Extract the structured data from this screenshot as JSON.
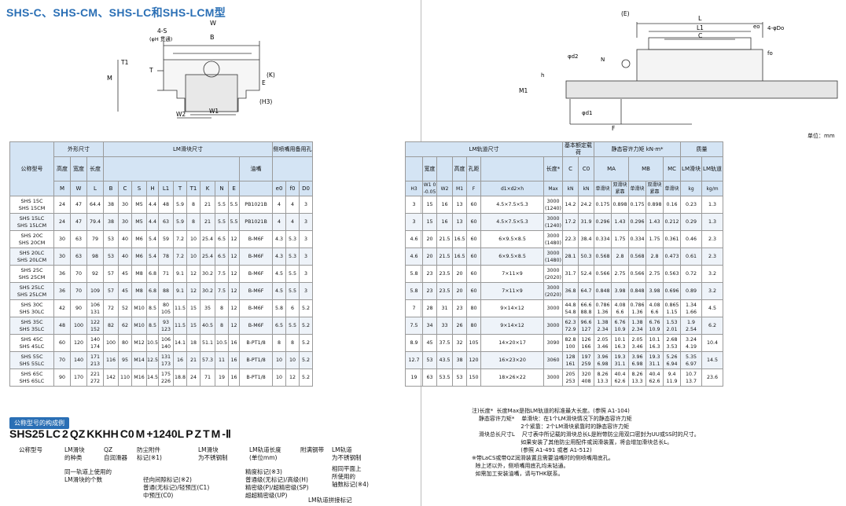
{
  "title": "SHS-C、SHS-CM、SHS-LC和SHS-LCM型",
  "unit_note": "单位：mm",
  "left_drawing": {
    "labels": [
      "W",
      "B",
      "4-S",
      "(φH 贯通)",
      "T1",
      "T",
      "M",
      "E",
      "(K)",
      "(H3)",
      "W2",
      "W1"
    ]
  },
  "right_drawing": {
    "labels": [
      "(E)",
      "L",
      "L1",
      "C",
      "eo",
      "4-φDo",
      "fo",
      "φd2",
      "N",
      "h",
      "M1",
      "φd1",
      "F"
    ]
  },
  "headers": {
    "model": "公称型号",
    "outer": "外形尺寸",
    "block": "LM滑块尺寸",
    "grease": "侧喷嘴用备用孔",
    "rail": "LM轨道尺寸",
    "load": "基本额定载荷",
    "moment": "静态容许力矩  kN·m*",
    "mass": "质量",
    "height": "高度",
    "width": "宽度",
    "length": "长度",
    "nipple": "油嘴",
    "rail_width": "宽度",
    "rail_height": "高度",
    "pitch": "孔距",
    "rail_length": "长度*",
    "single": "单滑块",
    "double": "双滑块紧靠",
    "block_mass": "LM滑块",
    "rail_mass": "LM轨道",
    "sym_left": [
      "M",
      "W",
      "L",
      "B",
      "C",
      "S",
      "H",
      "L1",
      "T",
      "T1",
      "K",
      "N",
      "E",
      "",
      "e0",
      "f0",
      "D0"
    ],
    "sym_right": [
      "H3",
      "W1 0 -0.05",
      "W2",
      "M1",
      "F",
      "d1×d2×h",
      "Max",
      "kN",
      "kN",
      "单滑块",
      "双滑块紧靠",
      "单滑块",
      "双滑块紧靠",
      "单滑块",
      "kg",
      "kg/m"
    ],
    "sym_right_top": [
      "",
      "",
      "",
      "",
      "",
      "",
      "",
      "C",
      "C0",
      "MA",
      "",
      "MB",
      "",
      "MC",
      "",
      ""
    ]
  },
  "rows": [
    {
      "m": "SHS 15C\nSHS 15CM",
      "M": "24",
      "W": "47",
      "L": "64.4",
      "B": "38",
      "C": "30",
      "S": "M5",
      "H": "4.4",
      "L1": "48",
      "T": "5.9",
      "T1": "8",
      "K": "21",
      "N": "5.5",
      "E": "5.5",
      "nip": "PB1021B",
      "e0": "4",
      "f0": "4",
      "D0": "3",
      "H3": "3",
      "W1": "15",
      "W2": "16",
      "M1": "13",
      "F": "60",
      "d": "4.5×7.5×5.3",
      "max": "3000\n(1240)",
      "Cv": "14.2",
      "C0": "24.2",
      "ma1": "0.175",
      "ma2": "0.898",
      "mb1": "0.175",
      "mb2": "0.898",
      "mc": "0.16",
      "kg": "0.23",
      "kgm": "1.3"
    },
    {
      "m": "SHS 15LC\nSHS 15LCM",
      "M": "24",
      "W": "47",
      "L": "79.4",
      "B": "38",
      "C": "30",
      "S": "M5",
      "H": "4.4",
      "L1": "63",
      "T": "5.9",
      "T1": "8",
      "K": "21",
      "N": "5.5",
      "E": "5.5",
      "nip": "PB1021B",
      "e0": "4",
      "f0": "4",
      "D0": "3",
      "H3": "3",
      "W1": "15",
      "W2": "16",
      "M1": "13",
      "F": "60",
      "d": "4.5×7.5×5.3",
      "max": "3000\n(1240)",
      "Cv": "17.2",
      "C0": "31.9",
      "ma1": "0.296",
      "ma2": "1.43",
      "mb1": "0.296",
      "mb2": "1.43",
      "mc": "0.212",
      "kg": "0.29",
      "kgm": "1.3"
    },
    {
      "m": "SHS 20C\nSHS 20CM",
      "M": "30",
      "W": "63",
      "L": "79",
      "B": "53",
      "C": "40",
      "S": "M6",
      "H": "5.4",
      "L1": "59",
      "T": "7.2",
      "T1": "10",
      "K": "25.4",
      "N": "6.5",
      "E": "12",
      "nip": "B-M6F",
      "e0": "4.3",
      "f0": "5.3",
      "D0": "3",
      "H3": "4.6",
      "W1": "20",
      "W2": "21.5",
      "M1": "16.5",
      "F": "60",
      "d": "6×9.5×8.5",
      "max": "3000\n(1480)",
      "Cv": "22.3",
      "C0": "38.4",
      "ma1": "0.334",
      "ma2": "1.75",
      "mb1": "0.334",
      "mb2": "1.75",
      "mc": "0.361",
      "kg": "0.46",
      "kgm": "2.3"
    },
    {
      "m": "SHS 20LC\nSHS 20LCM",
      "M": "30",
      "W": "63",
      "L": "98",
      "B": "53",
      "C": "40",
      "S": "M6",
      "H": "5.4",
      "L1": "78",
      "T": "7.2",
      "T1": "10",
      "K": "25.4",
      "N": "6.5",
      "E": "12",
      "nip": "B-M6F",
      "e0": "4.3",
      "f0": "5.3",
      "D0": "3",
      "H3": "4.6",
      "W1": "20",
      "W2": "21.5",
      "M1": "16.5",
      "F": "60",
      "d": "6×9.5×8.5",
      "max": "3000\n(1480)",
      "Cv": "28.1",
      "C0": "50.3",
      "ma1": "0.568",
      "ma2": "2.8",
      "mb1": "0.568",
      "mb2": "2.8",
      "mc": "0.473",
      "kg": "0.61",
      "kgm": "2.3"
    },
    {
      "m": "SHS 25C\nSHS 25CM",
      "M": "36",
      "W": "70",
      "L": "92",
      "B": "57",
      "C": "45",
      "S": "M8",
      "H": "6.8",
      "L1": "71",
      "T": "9.1",
      "T1": "12",
      "K": "30.2",
      "N": "7.5",
      "E": "12",
      "nip": "B-M6F",
      "e0": "4.5",
      "f0": "5.5",
      "D0": "3",
      "H3": "5.8",
      "W1": "23",
      "W2": "23.5",
      "M1": "20",
      "F": "60",
      "d": "7×11×9",
      "max": "3000\n(2020)",
      "Cv": "31.7",
      "C0": "52.4",
      "ma1": "0.566",
      "ma2": "2.75",
      "mb1": "0.566",
      "mb2": "2.75",
      "mc": "0.563",
      "kg": "0.72",
      "kgm": "3.2"
    },
    {
      "m": "SHS 25LC\nSHS 25LCM",
      "M": "36",
      "W": "70",
      "L": "109",
      "B": "57",
      "C": "45",
      "S": "M8",
      "H": "6.8",
      "L1": "88",
      "T": "9.1",
      "T1": "12",
      "K": "30.2",
      "N": "7.5",
      "E": "12",
      "nip": "B-M6F",
      "e0": "4.5",
      "f0": "5.5",
      "D0": "3",
      "H3": "5.8",
      "W1": "23",
      "W2": "23.5",
      "M1": "20",
      "F": "60",
      "d": "7×11×9",
      "max": "3000\n(2020)",
      "Cv": "36.8",
      "C0": "64.7",
      "ma1": "0.848",
      "ma2": "3.98",
      "mb1": "0.848",
      "mb2": "3.98",
      "mc": "0.696",
      "kg": "0.89",
      "kgm": "3.2"
    },
    {
      "m": "SHS 30C\nSHS 30LC",
      "M": "42",
      "W": "90",
      "L": "106\n131",
      "B": "72",
      "C": "52",
      "S": "M10",
      "H": "8.5",
      "L1": "80\n105",
      "T": "11.5",
      "T1": "15",
      "K": "35",
      "N": "8",
      "E": "12",
      "nip": "B-M6F",
      "e0": "5.8",
      "f0": "6",
      "D0": "5.2",
      "H3": "7",
      "W1": "28",
      "W2": "31",
      "M1": "23",
      "F": "80",
      "d": "9×14×12",
      "max": "3000",
      "Cv": "44.8\n54.8",
      "C0": "66.6\n88.8",
      "ma1": "0.786\n1.36",
      "ma2": "4.08\n6.6",
      "mb1": "0.786\n1.36",
      "mb2": "4.08\n6.6",
      "mc": "0.865\n1.15",
      "kg": "1.34\n1.66",
      "kgm": "4.5"
    },
    {
      "m": "SHS 35C\nSHS 35LC",
      "M": "48",
      "W": "100",
      "L": "122\n152",
      "B": "82",
      "C": "62",
      "S": "M10",
      "H": "8.5",
      "L1": "93\n123",
      "T": "11.5",
      "T1": "15",
      "K": "40.5",
      "N": "8",
      "E": "12",
      "nip": "B-M6F",
      "e0": "6.5",
      "f0": "5.5",
      "D0": "5.2",
      "H3": "7.5",
      "W1": "34",
      "W2": "33",
      "M1": "26",
      "F": "80",
      "d": "9×14×12",
      "max": "3000",
      "Cv": "62.3\n72.9",
      "C0": "96.6\n127",
      "ma1": "1.38\n2.34",
      "ma2": "6.76\n10.9",
      "mb1": "1.38\n2.34",
      "mb2": "6.76\n10.9",
      "mc": "1.53\n2.01",
      "kg": "1.9\n2.54",
      "kgm": "6.2"
    },
    {
      "m": "SHS 45C\nSHS 45LC",
      "M": "60",
      "W": "120",
      "L": "140\n174",
      "B": "100",
      "C": "80",
      "S": "M12",
      "H": "10.5",
      "L1": "106\n140",
      "T": "14.1",
      "T1": "18",
      "K": "51.1",
      "N": "10.5",
      "E": "16",
      "nip": "B-PT1/8",
      "e0": "8",
      "f0": "8",
      "D0": "5.2",
      "H3": "8.9",
      "W1": "45",
      "W2": "37.5",
      "M1": "32",
      "F": "105",
      "d": "14×20×17",
      "max": "3090",
      "Cv": "82.8\n100",
      "C0": "126\n166",
      "ma1": "2.05\n3.46",
      "ma2": "10.1\n16.3",
      "mb1": "2.05\n3.46",
      "mb2": "10.1\n16.3",
      "mc": "2.68\n3.53",
      "kg": "3.24\n4.19",
      "kgm": "10.4"
    },
    {
      "m": "SHS 55C\nSHS 55LC",
      "M": "70",
      "W": "140",
      "L": "171\n213",
      "B": "116",
      "C": "95",
      "S": "M14",
      "H": "12.5",
      "L1": "131\n173",
      "T": "16",
      "T1": "21",
      "K": "57.3",
      "N": "11",
      "E": "16",
      "nip": "B-PT1/8",
      "e0": "10",
      "f0": "10",
      "D0": "5.2",
      "H3": "12.7",
      "W1": "53",
      "W2": "43.5",
      "M1": "38",
      "F": "120",
      "d": "16×23×20",
      "max": "3060",
      "Cv": "128\n161",
      "C0": "197\n259",
      "ma1": "3.96\n6.98",
      "ma2": "19.3\n31.1",
      "mb1": "3.96\n6.98",
      "mb2": "19.3\n31.1",
      "mc": "5.26\n6.94",
      "kg": "5.35\n6.97",
      "kgm": "14.5"
    },
    {
      "m": "SHS 65C\nSHS 65LC",
      "M": "90",
      "W": "170",
      "L": "221\n272",
      "B": "142",
      "C": "110",
      "S": "M16",
      "H": "14.5",
      "L1": "175\n226",
      "T": "18.8",
      "T1": "24",
      "K": "71",
      "N": "19",
      "E": "16",
      "nip": "B-PT1/8",
      "e0": "10",
      "f0": "12",
      "D0": "5.2",
      "H3": "19",
      "W1": "63",
      "W2": "53.5",
      "M1": "53",
      "F": "150",
      "d": "18×26×22",
      "max": "3000",
      "Cv": "205\n253",
      "C0": "320\n408",
      "ma1": "8.26\n13.3",
      "ma2": "40.4\n62.6",
      "mb1": "8.26\n13.3",
      "mb2": "40.4\n62.6",
      "mc": "9.4\n11.9",
      "kg": "10.7\n13.7",
      "kgm": "23.6"
    }
  ],
  "code": {
    "bar": "公称型号的构成例",
    "parts": [
      "SHS25",
      "LC",
      "2",
      "QZ",
      "KKHH",
      "C0",
      "M",
      "+1240L",
      "P",
      "Z",
      "T",
      "M",
      "-Ⅱ"
    ],
    "labels": [
      "公称型号",
      "LM滑块\n的种类",
      "同一轨道上使用的\nLM滑块的个数",
      "QZ\n自润滑器",
      "防尘附件\n标记(※1)",
      "径向间隙标记(※2)\n普通(无标记)/轻预压(C1)\n中预压(C0)",
      "LM滑块\n为不锈钢制",
      "LM轨道长度\n(单位mm)",
      "精度标记(※3)\n普通级(无标记)/高级(H)\n精密级(P)/超精密级(SP)\n超超精密级(UP)",
      "附满钢带",
      "LM轨道\n为不锈钢制",
      "相同平面上\n所使用的\n轴数标记(※4)",
      "LM轨道拼接标记"
    ]
  },
  "notes": "注)长度*  长度Max是指LM轨道的标准最大长度。(参照 A1-104)\n    静态容许力矩*    单滑块：在1个LM滑块情况下的静态容许力矩\n                            2个紧靠：2个LM滑块紧靠时的静态容许力矩\n    滑块总长尺寸L    尺寸表中所记载的滑块总长L是附带防尘用双口密封为UU或SS时的尺寸。\n                            如果安装了其他防尘用配件或润滑装置，将会增加滑块总长L。\n                            (参照 A1-491 或者 A1-512)\n※带LaCS或带QZ润滑装置且需要油嘴时的侧喷嘴用底孔。\n  除上述以外，侧喷嘴用底孔均未钻通。\n  如需加工安装油嘴，请与THK联系。"
}
